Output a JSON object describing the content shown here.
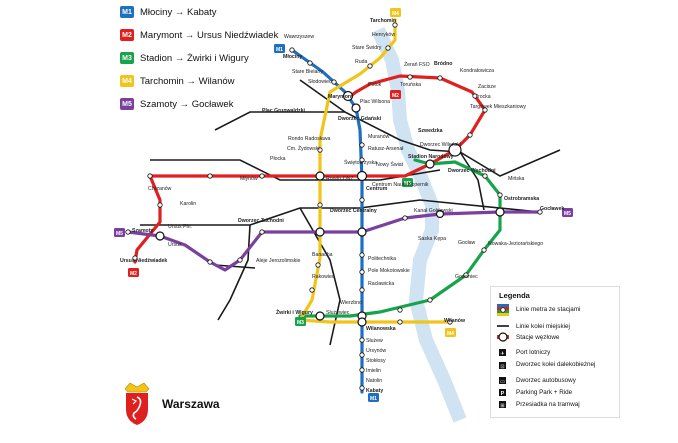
{
  "routes": [
    {
      "code": "M1",
      "text": "Młociny → Kabaty",
      "color": "#1f6fc0"
    },
    {
      "code": "M2",
      "text": "Marymont → Ursus Niedźwiadek",
      "color": "#e0201f"
    },
    {
      "code": "M3",
      "text": "Stadion → Żwirki i Wigury",
      "color": "#17a34a"
    },
    {
      "code": "M4",
      "text": "Tarchomin → Wilanów",
      "color": "#f0c419"
    },
    {
      "code": "M5",
      "text": "Szamoty → Gocławek",
      "color": "#7b3fa0"
    }
  ],
  "colors": {
    "rail": "#1a1a1a",
    "river": "#cfe3f3"
  },
  "stations": {
    "tarchomin": "Tarchomin",
    "henrykow": "Henryków",
    "stare_swidry": "Stare Świdry",
    "ruda": "Ruda",
    "wawrzyszew": "Wawrzyszew",
    "mlociny": "Młociny",
    "stare_bielany": "Stare Bielany",
    "slodowiec": "Słodowiec",
    "marymont": "Marymont",
    "potok": "Potok",
    "plac_wilsona": "Plac Wilsona",
    "zeran_fso": "Żerań FSO",
    "torunska": "Toruńska",
    "brodno": "Bródno",
    "kondratowicza": "Kondratowicza",
    "zacisze": "Zacisze",
    "targowek": "Targówek Mieszkaniowy",
    "trocka": "Trocka",
    "plac_grunwaldzki": "Plac Grunwaldzki",
    "dworzec_gdanski": "Dworzec Gdański",
    "szwedzka": "Szwedzka",
    "dworzec_wilenski": "Dworzec Wileński",
    "rondo_radoslawa": "Rondo Radosława",
    "muranow": "Muranów",
    "ratusz": "Ratusz-Arsenał",
    "cm_zydowski": "Cm. Żydowski",
    "karolin": "Karolin",
    "chrzanow": "Chrzanów",
    "rondo_onz": "Rondo ONZ",
    "swietokrzyska": "Świętokrzyska",
    "nowy_swiat": "Nowy Świat",
    "centrum_nauki": "Centrum Nauki Kopernik",
    "stadion": "Stadion Narodowy",
    "dworzec_wschodni": "Dworzec Wschodni",
    "milosna": "Mińska",
    "mlynow": "Młynów",
    "plocka": "Płocka",
    "centrum": "Centrum",
    "dworzec_centralny": "Dworzec Centralny",
    "dworzec_zachodni": "Dworzec Zachodni",
    "kanal": "Kanał Gołdawski",
    "ostrobramska": "Ostrobramska",
    "goclawek": "Gocławek",
    "szamoty": "Szamoty",
    "ursus_pln": "Ursus Płn.",
    "ursus_niedzwiadek": "Ursus Niedźwiadek",
    "ursus": "Ursus",
    "aleje": "Aleje Jerozolimskie",
    "banacha": "Banacha",
    "rakowiec": "Rakowiec",
    "politechnika": "Politechnika",
    "pole_mokotowskie": "Pole Mokotowskie",
    "rac": "Racławicka",
    "saska_kepa": "Saska Kępa",
    "goclaw": "Gocław",
    "nowaka": "Nowaka-Jeziorańskiego",
    "gocistek": "Gościniec",
    "wierzbno": "Wierzbno",
    "zwirki": "Żwirki i Wigury",
    "sluzewiec": "Służewiec",
    "wilanowska": "Wilanowska",
    "wilanow": "Wilanów",
    "sluzew": "Służew",
    "ursynow": "Ursynów",
    "stoklosy": "Stokłosy",
    "imielin": "Imielin",
    "natolin": "Natolin",
    "kabaty": "Kabaty"
  },
  "legend": {
    "title": "Legenda",
    "items": [
      {
        "key": "metro",
        "label": "Linie metra ze stacjami"
      },
      {
        "key": "rail",
        "label": "Linie kolei miejskiej"
      },
      {
        "key": "hub",
        "label": "Stacje węzłowe"
      },
      {
        "key": "airport",
        "label": "Port lotniczy"
      },
      {
        "key": "longrail",
        "label": "Dworzec kolei dalekobieżnej"
      },
      {
        "key": "bus",
        "label": "Dworzec autobusowy"
      },
      {
        "key": "pr",
        "label": "Parking Park + Ride"
      },
      {
        "key": "tram",
        "label": "Przesiadka na tramwaj"
      }
    ]
  },
  "brand": {
    "city": "Warszawa"
  }
}
